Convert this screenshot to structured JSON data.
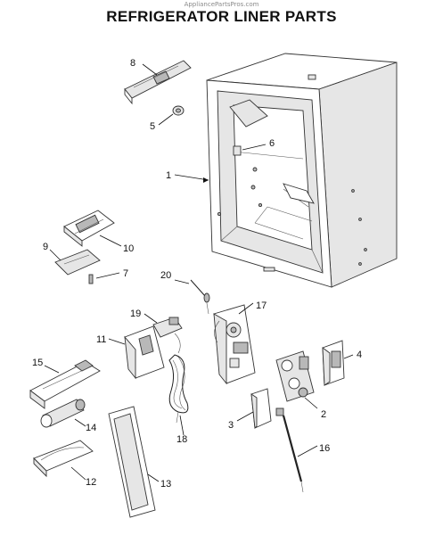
{
  "header": {
    "watermark": "AppliancePartsPros.com",
    "title": "REFRIGERATOR LINER PARTS"
  },
  "callouts": {
    "c1": "1",
    "c2": "2",
    "c3": "3",
    "c4": "4",
    "c5": "5",
    "c6": "6",
    "c7": "7",
    "c8": "8",
    "c9": "9",
    "c10": "10",
    "c11": "11",
    "c12": "12",
    "c13": "13",
    "c14": "14",
    "c15": "15",
    "c16": "16",
    "c17": "17",
    "c18": "18",
    "c19": "19",
    "c20": "20"
  }
}
